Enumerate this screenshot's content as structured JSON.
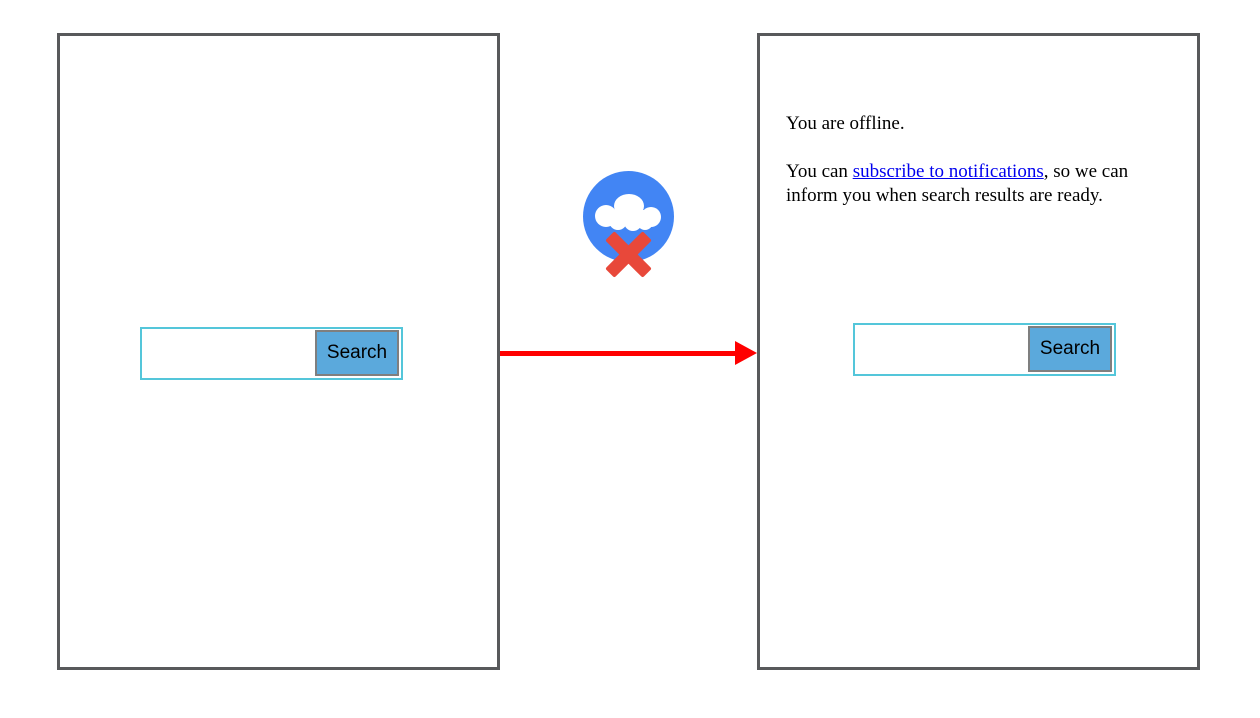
{
  "diagram": {
    "left_panel": {
      "search": {
        "input_value": "",
        "button_label": "Search"
      }
    },
    "connector": {
      "icon_name": "offline-cloud-icon",
      "arrow_name": "red-right-arrow"
    },
    "right_panel": {
      "offline_message": "You are offline.",
      "notify_prefix": "You can ",
      "notify_link_label": "subscribe to notifications",
      "notify_suffix": ", so we can inform you when search results are ready.",
      "search": {
        "input_value": "",
        "button_label": "Search"
      }
    },
    "colors": {
      "panel_border_gray": "#58595B",
      "arrow_red": "#FF0000",
      "icon_circle_blue": "#4285F4",
      "icon_x_red": "#E8483A",
      "button_blue": "#5BA9DC",
      "input_border_cyan": "#54C6DA",
      "link_blue": "#0000EE"
    }
  }
}
